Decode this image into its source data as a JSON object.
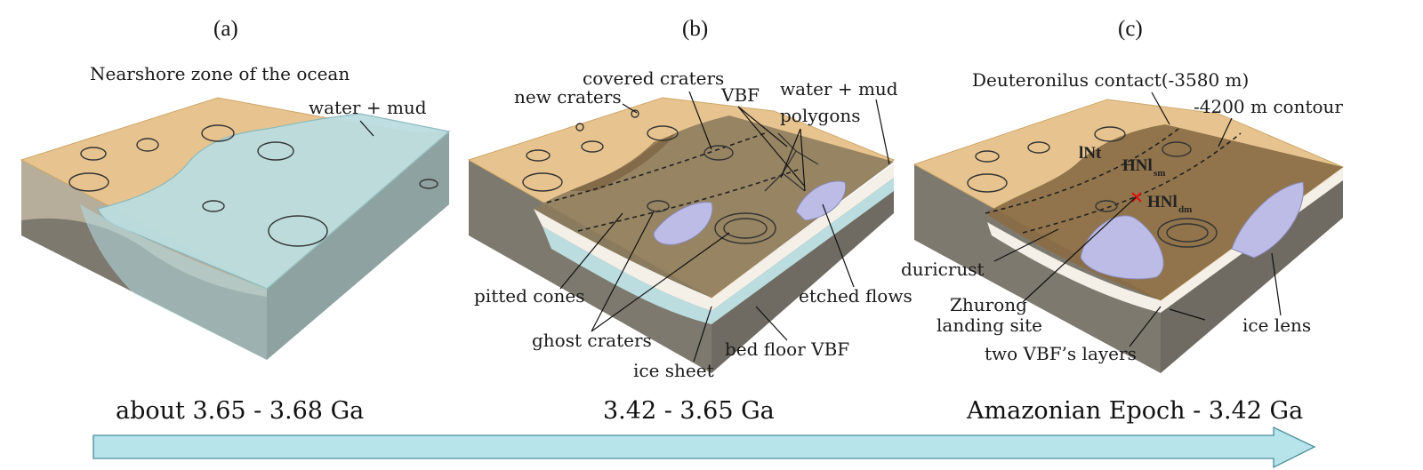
{
  "panels": [
    {
      "letter": "(a)",
      "era": "about 3.65 - 3.68 Ga",
      "labels": {
        "nearshore": "Nearshore zone of the ocean",
        "water_mud": "water + mud"
      }
    },
    {
      "letter": "(b)",
      "era": "3.42 - 3.65 Ga",
      "labels": {
        "covered_craters": "covered craters",
        "new_craters": "new craters",
        "vbf": "VBF",
        "water_mud": "water + mud",
        "polygons": "polygons",
        "pitted_cones": "pitted cones",
        "etched_flows": "etched flows",
        "ghost_craters": "ghost craters",
        "bed_floor_vbf": "bed floor VBF",
        "ice_sheet": "ice sheet"
      }
    },
    {
      "letter": "(c)",
      "era": "Amazonian Epoch - 3.42 Ga",
      "labels": {
        "deuteronilus": "Deuteronilus contact(-3580 m)",
        "contour": "-4200 m contour",
        "lnt": "lNt",
        "hnl_sm": "HNl",
        "hnl_sm_sub": "sm",
        "hnl_dm": "HNl",
        "hnl_dm_sub": "dm",
        "duricrust": "duricrust",
        "zhurong_1": "Zhurong",
        "zhurong_2": "landing site",
        "ice_lens": "ice lens",
        "two_vbf": "two VBF’s layers"
      }
    }
  ],
  "colors": {
    "highland": "#e7c48f",
    "highland_edge": "#cfa76a",
    "side": "#7d796f",
    "side_top": "#6d695f",
    "water": "#bcdde0",
    "water_edge": "#86b9bf",
    "mud": "#8c7b5d",
    "dark_mud": "#8a6c45",
    "ice": "#bcbce6",
    "arrow": "#b7e3ea",
    "marker": "#dd1111"
  }
}
